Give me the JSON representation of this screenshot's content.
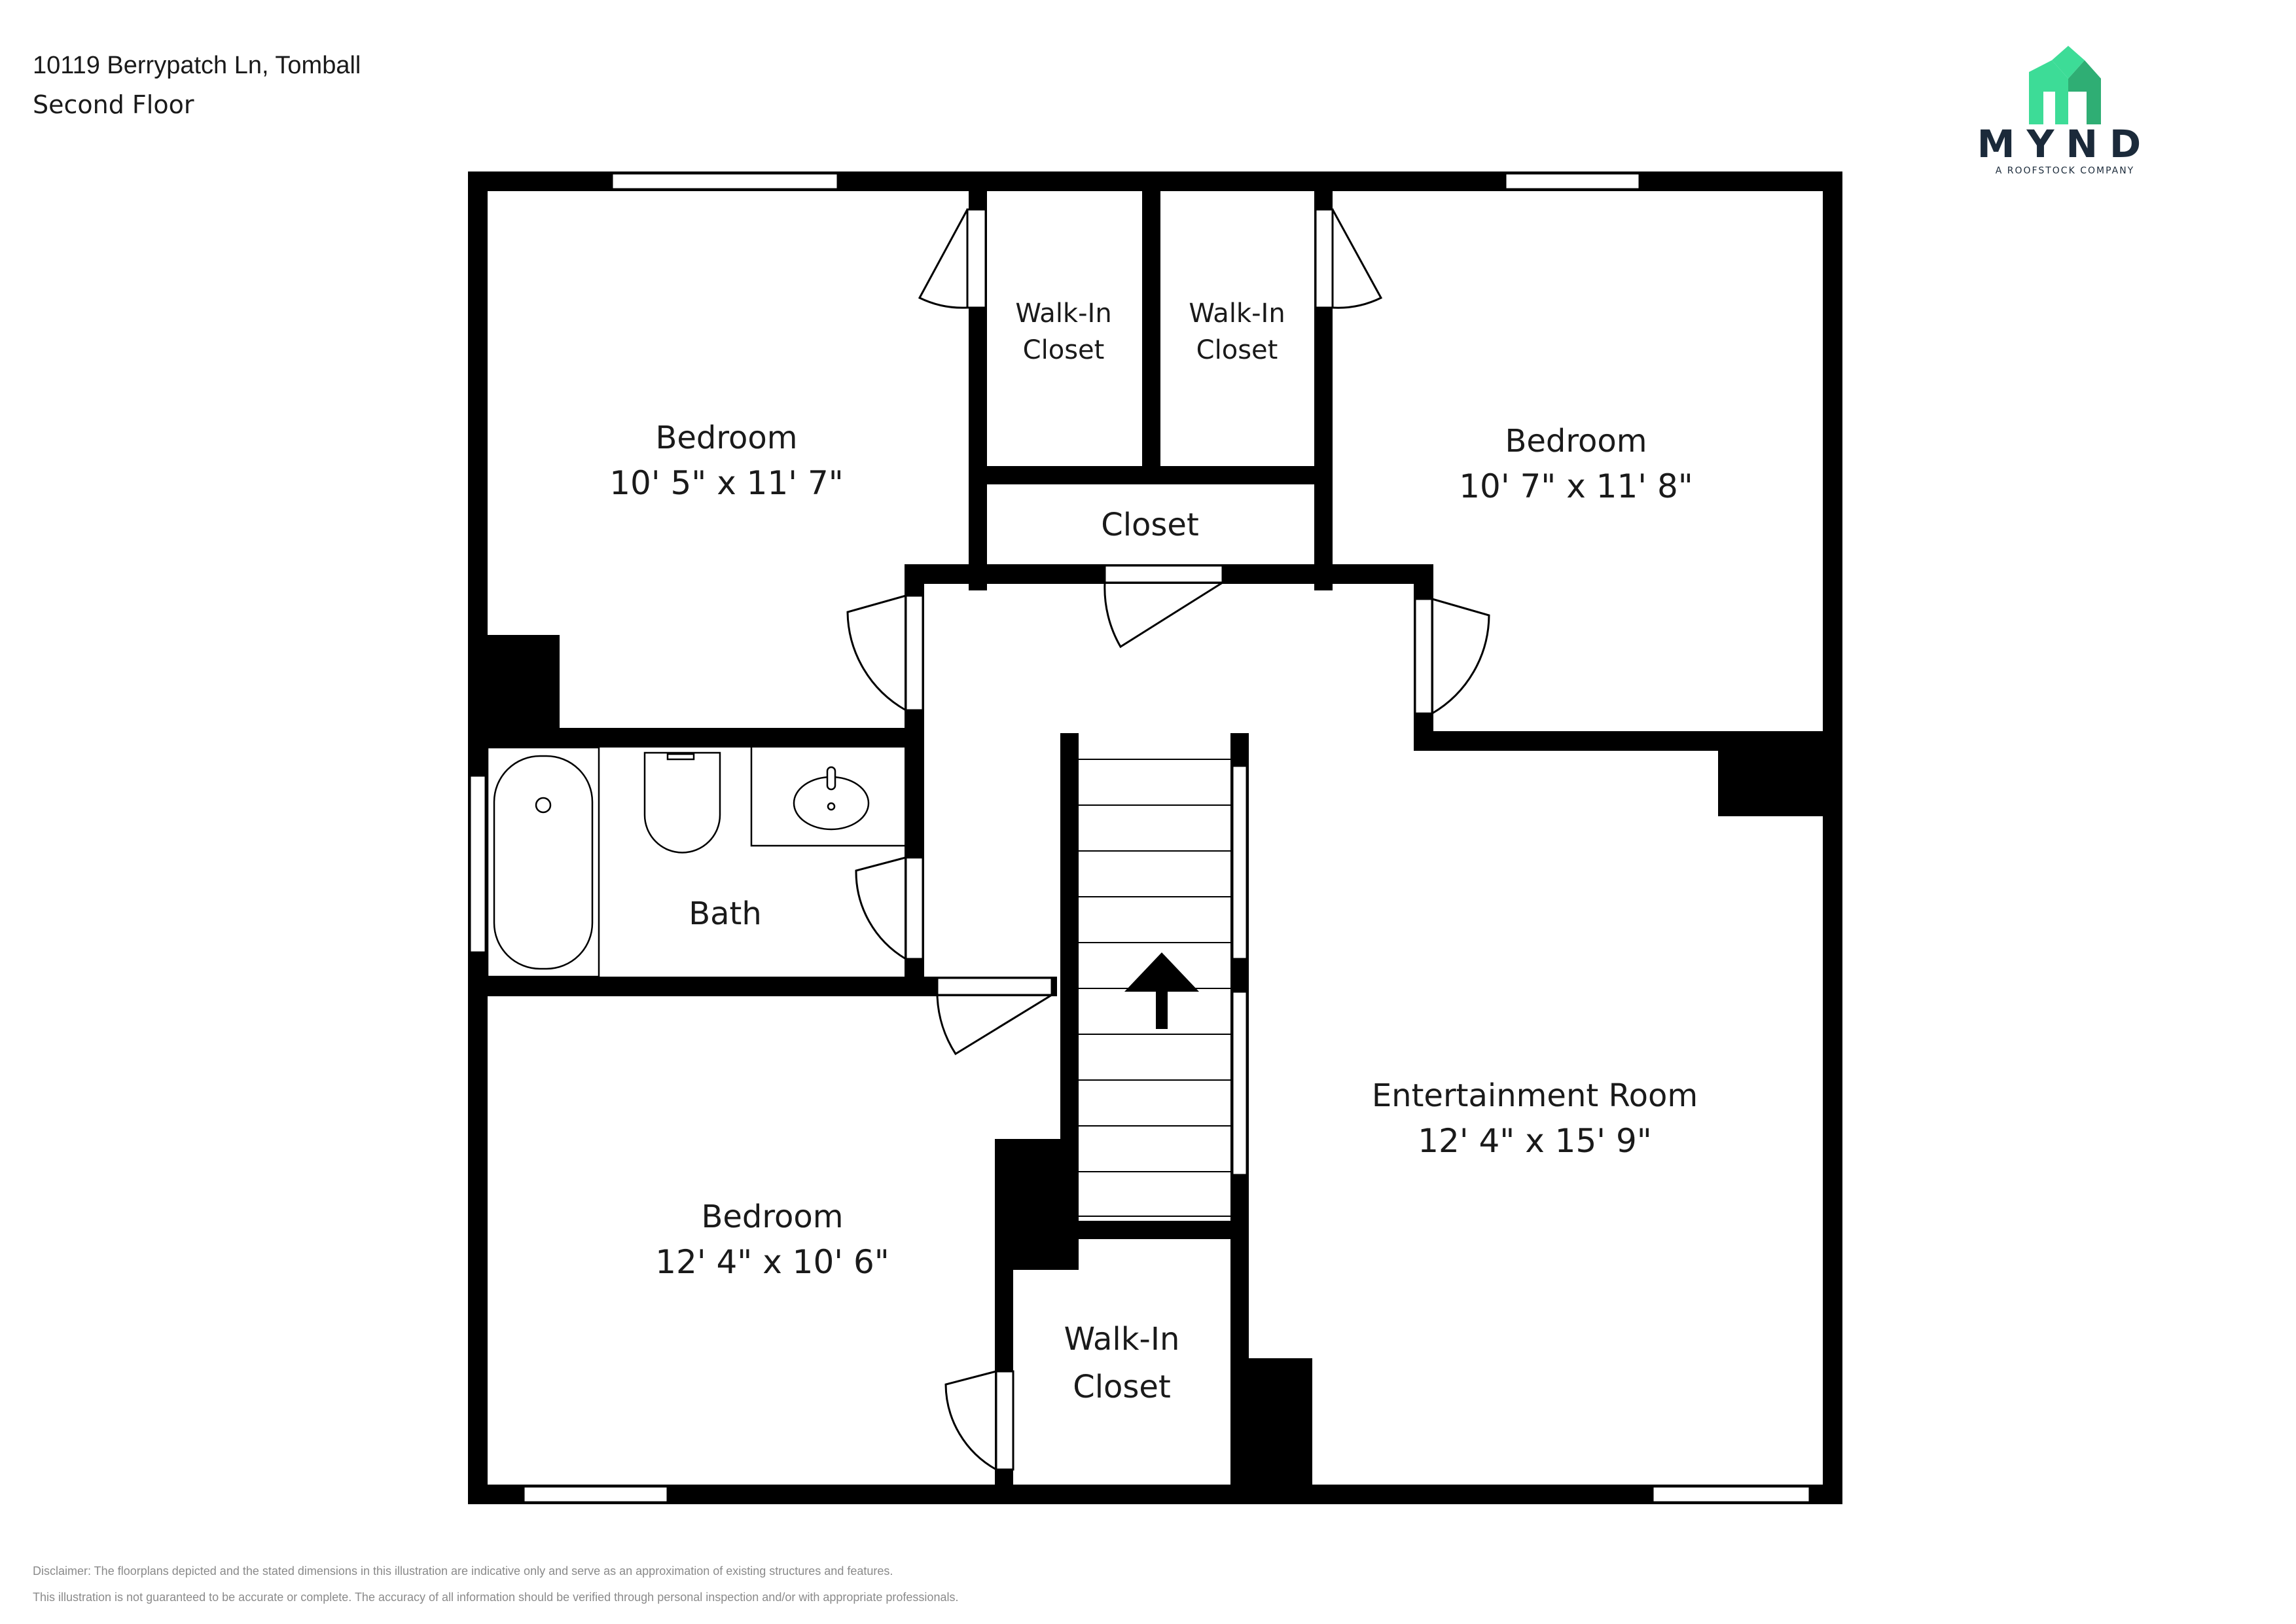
{
  "header": {
    "address": "10119 Berrypatch Ln, Tomball",
    "floor": "Second Floor"
  },
  "logo": {
    "wordmark": "MYND",
    "tagline": "A ROOFSTOCK COMPANY",
    "color_primary": "#3ddc97",
    "color_secondary": "#2fae74",
    "text_color": "#1b2a3a"
  },
  "rooms": {
    "bedroom_nw": {
      "name": "Bedroom",
      "dims": "10' 5\" x 11' 7\""
    },
    "bedroom_ne": {
      "name": "Bedroom",
      "dims": "10' 7\" x 11' 8\""
    },
    "bedroom_sw": {
      "name": "Bedroom",
      "dims": "12' 4\" x 10' 6\""
    },
    "entertainment": {
      "name": "Entertainment Room",
      "dims": "12' 4\" x 15' 9\""
    },
    "closet_center": {
      "name": "Closet"
    },
    "walkin_1": {
      "line1": "Walk-In",
      "line2": "Closet"
    },
    "walkin_2": {
      "line1": "Walk-In",
      "line2": "Closet"
    },
    "walkin_3": {
      "line1": "Walk-In",
      "line2": "Closet"
    },
    "bath": {
      "name": "Bath"
    }
  },
  "disclaimer": {
    "line1": "Disclaimer: The floorplans depicted and the stated dimensions in this illustration are indicative only and serve as an approximation of existing structures and features.",
    "line2": "This illustration is not guaranteed to be accurate or complete. The accuracy of all information should be verified through personal inspection and/or with appropriate professionals."
  },
  "colors": {
    "wall": "#000000",
    "background": "#ffffff"
  }
}
